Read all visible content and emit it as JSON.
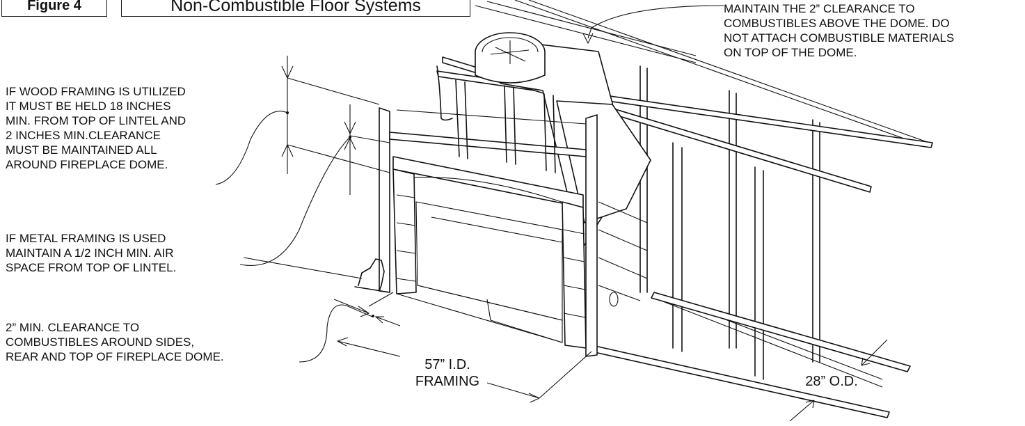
{
  "figure": {
    "number": "Figure 4",
    "title": "Non-Combustible Floor Systems"
  },
  "notes": {
    "dome_clearance": "MAINTAIN THE 2” CLEARANCE TO\nCOMBUSTIBLES ABOVE THE DOME. DO\nNOT ATTACH COMBUSTIBLE MATERIALS\nON TOP OF THE DOME.",
    "wood_framing": "IF WOOD FRAMING IS UTILIZED\nIT MUST BE HELD 18 INCHES\nMIN. FROM TOP OF LINTEL AND\n2 INCHES MIN.CLEARANCE\nMUST BE MAINTAINED ALL\nAROUND FIREPLACE DOME.",
    "metal_framing": "IF METAL FRAMING IS USED\nMAINTAIN A 1/2 INCH MIN. AIR\nSPACE FROM TOP OF LINTEL.",
    "side_clearance": "2” MIN. CLEARANCE TO\nCOMBUSTIBLES AROUND SIDES,\nREAR AND TOP OF FIREPLACE DOME."
  },
  "dimensions": {
    "inner_framing": "57” I.D.\nFRAMING",
    "outer_depth": "28” O.D."
  },
  "colors": {
    "line": "#111111",
    "background": "#ffffff"
  }
}
